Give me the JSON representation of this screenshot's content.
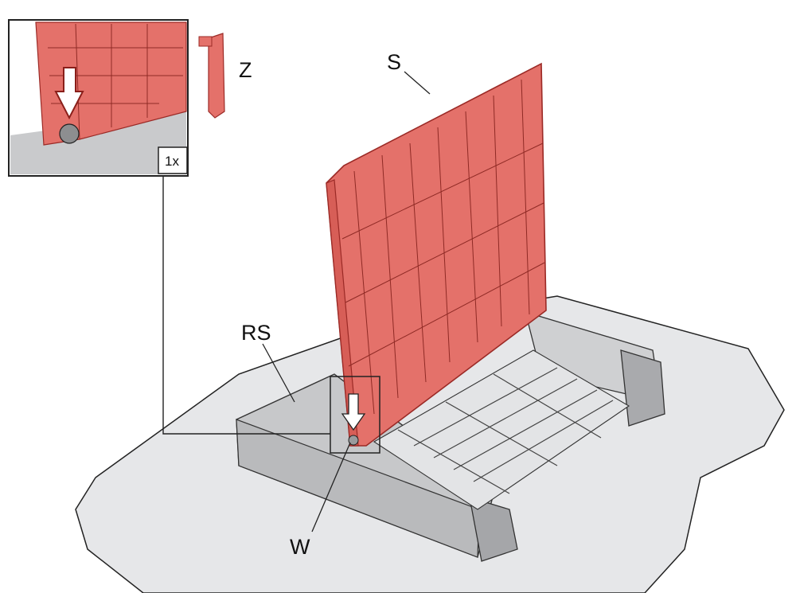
{
  "diagram": {
    "labels": {
      "part_z": "Z",
      "part_s": "S",
      "part_rs": "RS",
      "part_w": "W",
      "quantity": "1x"
    },
    "colors": {
      "panel_red": "#e4716a",
      "panel_edge": "#9b2a26",
      "base_grey": "#c9cacc",
      "base_edge": "#3c3c3c",
      "floor": "#e6e7e9",
      "line": "#222222"
    }
  }
}
